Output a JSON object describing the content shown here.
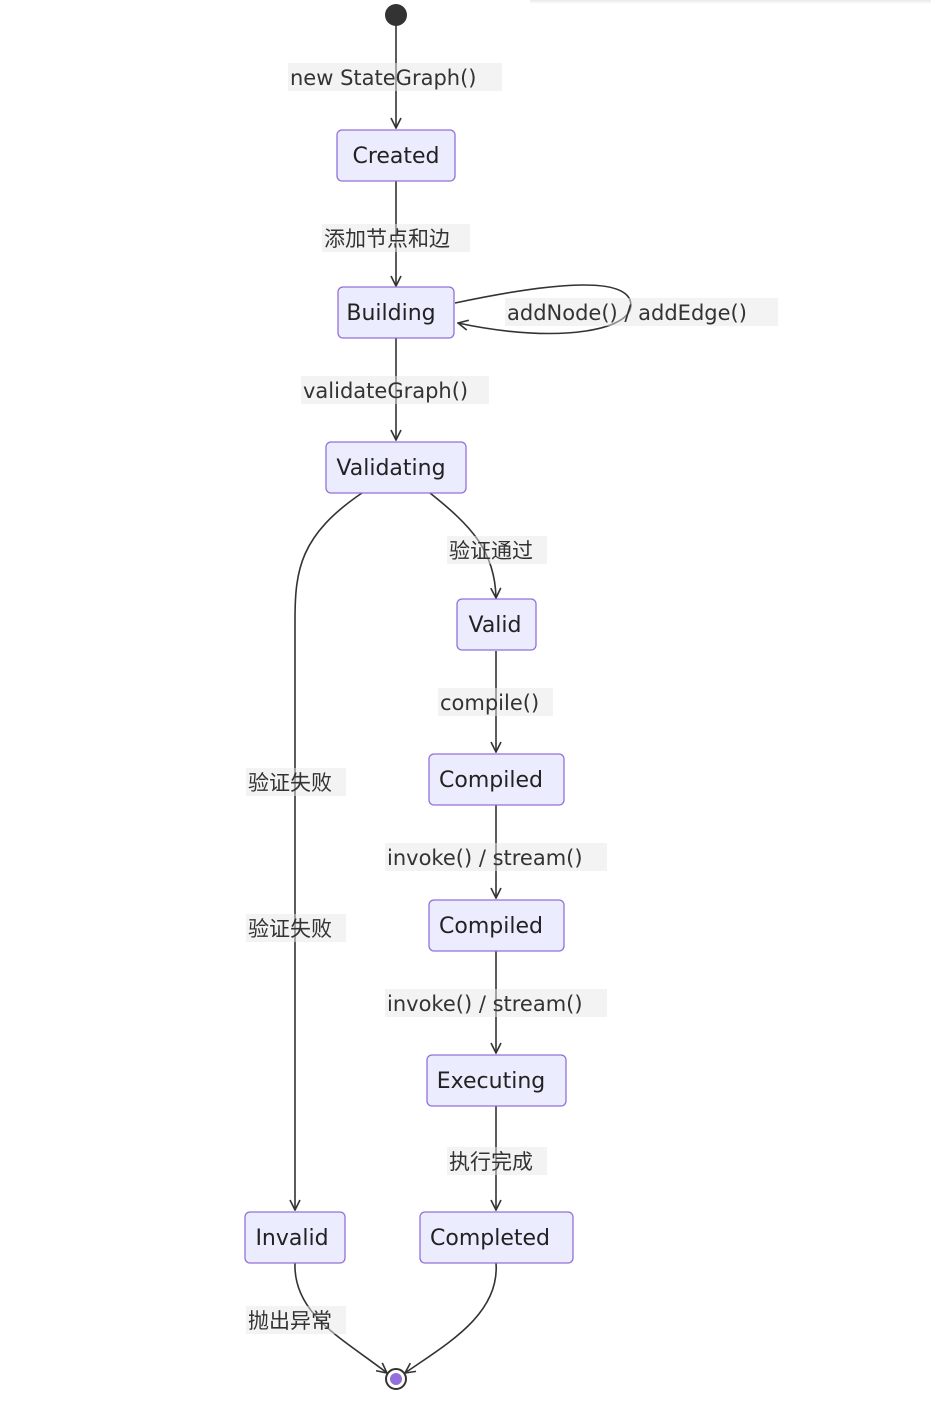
{
  "states": [
    {
      "id": "created",
      "label": "Created"
    },
    {
      "id": "building",
      "label": "Building"
    },
    {
      "id": "validating",
      "label": "Validating"
    },
    {
      "id": "valid",
      "label": "Valid"
    },
    {
      "id": "compiled-1",
      "label": "Compiled"
    },
    {
      "id": "compiled-2",
      "label": "Compiled"
    },
    {
      "id": "executing",
      "label": "Executing"
    },
    {
      "id": "invalid",
      "label": "Invalid"
    },
    {
      "id": "completed",
      "label": "Completed"
    }
  ],
  "transitions": [
    {
      "id": "start-created",
      "label": "new StateGraph()"
    },
    {
      "id": "created-building",
      "label": "添加节点和边"
    },
    {
      "id": "building-self",
      "label": "addNode() / addEdge()"
    },
    {
      "id": "building-validating",
      "label": "validateGraph()"
    },
    {
      "id": "validating-valid",
      "label": "验证通过"
    },
    {
      "id": "valid-compiled",
      "label": "compile()"
    },
    {
      "id": "compiled-compiled",
      "label": "invoke() / stream()"
    },
    {
      "id": "compiled-executing",
      "label": "invoke() / stream()"
    },
    {
      "id": "validating-invalid-1",
      "label": "验证失败"
    },
    {
      "id": "validating-invalid-2",
      "label": "验证失败"
    },
    {
      "id": "executing-completed",
      "label": "执行完成"
    },
    {
      "id": "invalid-end",
      "label": "抛出异常"
    }
  ],
  "colors": {
    "state_fill": "#ECECFF",
    "state_border": "#9370DB",
    "edge": "#333333",
    "end_marker": "#9370DB"
  }
}
